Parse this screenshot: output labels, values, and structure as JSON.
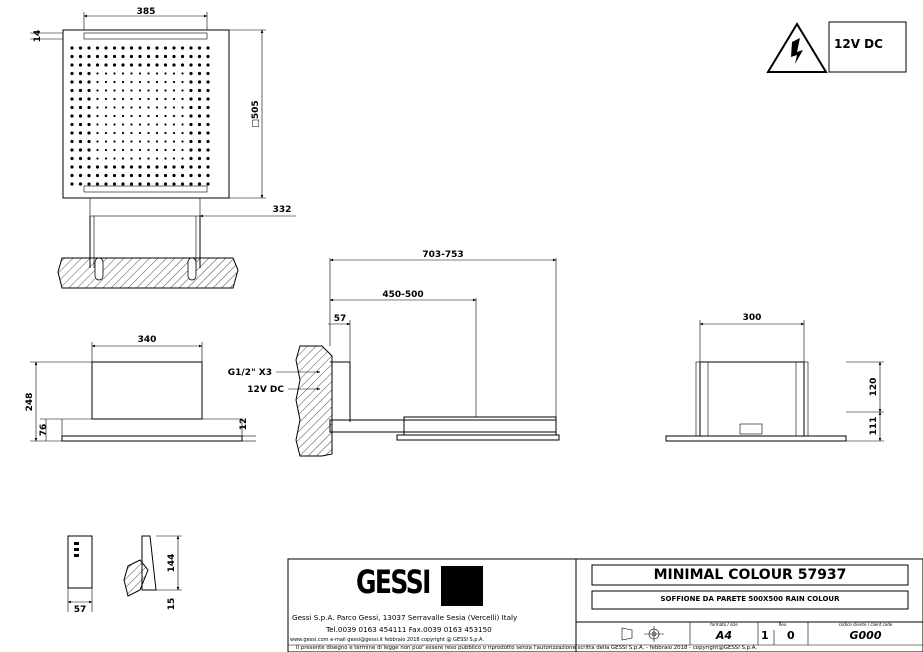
{
  "warning": {
    "voltage": "12V DC",
    "icon": "high-voltage-warning-icon"
  },
  "dims": {
    "top_width": "385",
    "top_margin": "14",
    "top_height": "□505",
    "wall_dist": "332",
    "side_width": "340",
    "side_height": "248",
    "side_lower": "76",
    "side_plate": "12",
    "section_total": "703-753",
    "section_mid": "450-500",
    "section_small": "57",
    "conn_label_1": "G1/2\" X3",
    "conn_label_2": "12V DC",
    "rear_width": "300",
    "rear_upper": "120",
    "rear_lower": "111",
    "ctrl_width": "57",
    "ctrl_height": "144",
    "ctrl_depth": "15"
  },
  "titleblock": {
    "logo": "GESSI",
    "company_line1": "Gessi S.p.A. Parco Gessi, 13037 Serravalle Sesia (Vercelli) Italy",
    "company_line2": "Tel.0039 0163 454111 Fax.0039 0163 453150",
    "company_line3": "www.gessi.com e-mail gessi@gessi.it febbraio 2018 copyright @ GESSI S.p.A.",
    "product": "MINIMAL COLOUR 57937",
    "description": "SOFFIONE DA PARETE 500X500 RAIN COLOUR",
    "format_label": "formato / size",
    "format_value": "A4",
    "rev_label": "Rev.",
    "rev_values": [
      "1",
      "0"
    ],
    "code_label": "codice cliente / client code",
    "code_value": "G000",
    "disclaimer": "Il presente disegno e termine di legge non puo' essere reso pubblico o riprodotto senza l'autorizzazione scritta della GESSI S.p.A. - febbraio 2018 - copyright@GESSI S.p.A."
  }
}
